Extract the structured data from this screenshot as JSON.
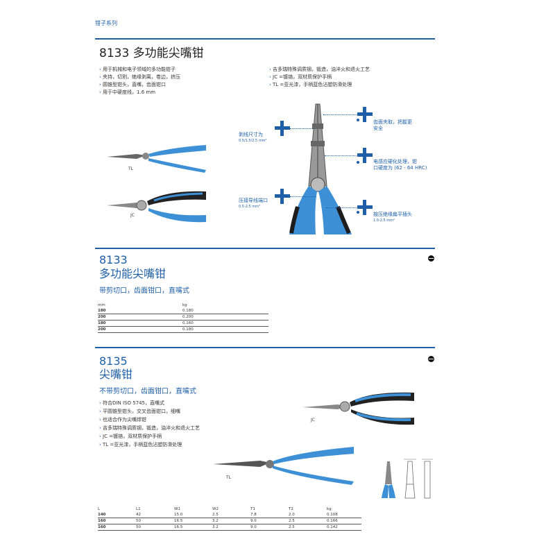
{
  "header": {
    "breadcrumb": "钳子系列"
  },
  "section1": {
    "title": "8133 多功能尖嘴钳",
    "bullets_left": [
      "用于机械和电子领域的多功能钳子",
      "夹持，切割，绝缘剥离，卷边，挤压",
      "圆锥型钳头，直嘴，齿面钳口",
      "用于中硬度线，1.6 mm"
    ],
    "bullets_right": [
      "吉多瑞特殊调质钢，锻造，油淬火和退火工艺",
      "JC =镀铬，双材质保护手柄",
      "TL =亚光漆，手柄蓝色沾塑防滑处理"
    ],
    "tool_labels": [
      "TL",
      "JC"
    ],
    "callouts": {
      "strip_title": "剥线尺寸为",
      "strip_sub": "0.5/1.5/2.5 mm²",
      "crimp_title": "压接导线端口",
      "crimp_sub": "0.5-2.5 mm²",
      "serrated_1": "齿面夹取，把握更",
      "serrated_2": "安全",
      "hardened_1": "电感应硬化处理，钳",
      "hardened_2": "口硬度为 (62 - 64 HRC)",
      "flat_title": "按压绝缘扁平插头",
      "flat_sub": "1.0-2.5 mm²"
    }
  },
  "section2": {
    "code": "8133",
    "name": "多功能尖嘴钳",
    "subtitle": "带剪切口，齿面钳口，直嘴式",
    "col1": "mm",
    "col2": "kg",
    "rows": [
      [
        "180",
        "0.180"
      ],
      [
        "200",
        "0.200"
      ],
      [
        "180",
        "0.160"
      ],
      [
        "200",
        "0.180"
      ]
    ]
  },
  "section3": {
    "code": "8135",
    "name": "尖嘴钳",
    "subtitle": "不带剪切口，齿面钳口，直嘴式",
    "bullets": [
      "符合DIN ISO 5745，直嘴式",
      "平圆锥型钳头，交叉齿面钳口，细嘴",
      "也适合作为尖嘴焊钳",
      "吉多瑞特殊调质钢，锻造，油淬火和退火工艺",
      "JC =镀铬，双材质保护手柄",
      "TL =亚光漆，手柄蓝色沾塑防滑处理"
    ],
    "tool_labels": [
      "JC",
      "TL"
    ],
    "headers": [
      "L",
      "L1",
      "W1",
      "W2",
      "T1",
      "T2",
      "kg"
    ],
    "rows": [
      [
        "140",
        "42",
        "15.0",
        "2.5",
        "7.8",
        "2.0",
        "0.108"
      ],
      [
        "160",
        "50",
        "16.5",
        "3.2",
        "9.0",
        "2.5",
        "0.166"
      ],
      [
        "160",
        "50",
        "16.5",
        "3.2",
        "9.0",
        "2.5",
        "0.142"
      ]
    ]
  },
  "colors": {
    "accent": "#1e5fa8",
    "handle_light": "#3d8fd6",
    "handle_dark": "#222222"
  }
}
